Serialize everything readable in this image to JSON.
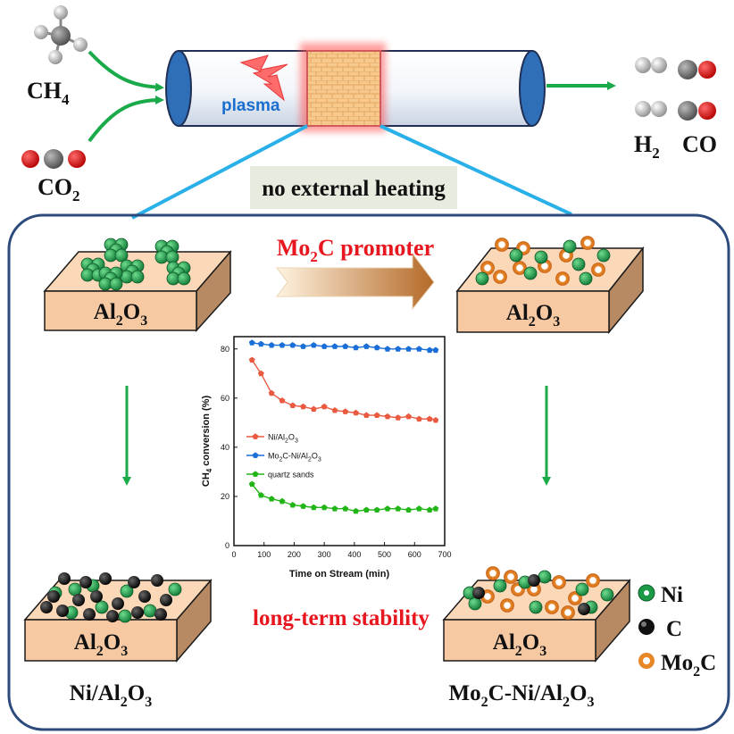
{
  "reactor": {
    "reactant_1": "CH4",
    "reactant_2": "CO2",
    "plasma_label": "plasma",
    "product_1": "H2",
    "product_2": "CO",
    "note": "no external heating"
  },
  "panel": {
    "promoter_label": "Mo2C promoter",
    "support_label": "Al2O3",
    "stability_label": "long-term stability",
    "catalyst_left": "Ni/Al2O3",
    "catalyst_right": "Mo2C-Ni/Al2O3"
  },
  "legend": {
    "ni": "Ni",
    "c": "C",
    "mo2c": "Mo2C"
  },
  "colors": {
    "ni": "#1a9a47",
    "carbon": "#111111",
    "mo2c": "#e8862a",
    "arrow_green": "#1aaa4a",
    "frame": "#2c4a7c",
    "tube": "#2f6fb8",
    "block": "#f6c9a3",
    "red_text": "#e8161e"
  },
  "chart_data": {
    "type": "line",
    "xlabel": "Time on Stream (min)",
    "ylabel": "CH4 conversion (%)",
    "xlim": [
      0,
      700
    ],
    "ylim": [
      0,
      85
    ],
    "xticks": [
      0,
      100,
      200,
      300,
      400,
      500,
      600,
      700
    ],
    "yticks": [
      0,
      20,
      40,
      60,
      80
    ],
    "legend_position": "middle-left",
    "series": [
      {
        "name": "Ni/Al2O3",
        "color": "#ea5a41",
        "marker": "pentagon",
        "x": [
          60,
          90,
          125,
          160,
          195,
          230,
          265,
          300,
          335,
          370,
          405,
          440,
          475,
          510,
          545,
          580,
          615,
          650,
          670
        ],
        "y": [
          75.5,
          70,
          62,
          59,
          57,
          56.5,
          55.5,
          56.5,
          55,
          54.5,
          54,
          53,
          53,
          52.5,
          52,
          52.5,
          51.5,
          51.5,
          51
        ]
      },
      {
        "name": "Mo2C-Ni/Al2O3",
        "color": "#1a6ed8",
        "marker": "pentagon",
        "x": [
          60,
          90,
          125,
          160,
          195,
          230,
          265,
          300,
          335,
          370,
          405,
          440,
          475,
          510,
          545,
          580,
          615,
          650,
          670
        ],
        "y": [
          82.5,
          82,
          81.5,
          81.5,
          81.5,
          81,
          81.5,
          81,
          81,
          81,
          80.5,
          81,
          80.5,
          80,
          80,
          80,
          80,
          79.5,
          79.5
        ]
      },
      {
        "name": "quartz sands",
        "color": "#22b518",
        "marker": "pentagon",
        "x": [
          60,
          90,
          125,
          160,
          195,
          230,
          265,
          300,
          335,
          370,
          405,
          440,
          475,
          510,
          545,
          580,
          615,
          650,
          670
        ],
        "y": [
          25,
          20.5,
          19,
          18,
          16.5,
          16,
          15.5,
          15.5,
          15,
          15,
          14,
          14.5,
          14.5,
          15,
          15,
          14.5,
          15,
          14.5,
          15
        ]
      }
    ]
  }
}
